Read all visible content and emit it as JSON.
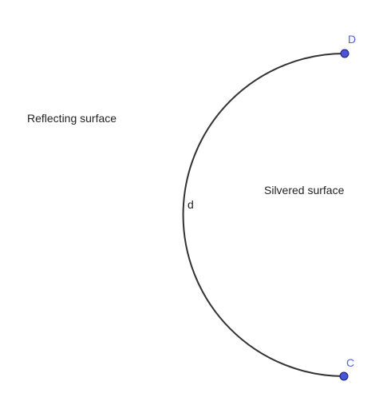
{
  "labels": {
    "reflecting": "Reflecting surface",
    "silvered": "Silvered surface",
    "arc_name": "d"
  },
  "points": [
    {
      "name": "D"
    },
    {
      "name": "C"
    }
  ],
  "colors": {
    "arc": "#333333",
    "point_fill": "#4a55d6",
    "point_stroke": "#1a1f7a",
    "point_label": "#5561e0",
    "text": "#222222"
  }
}
